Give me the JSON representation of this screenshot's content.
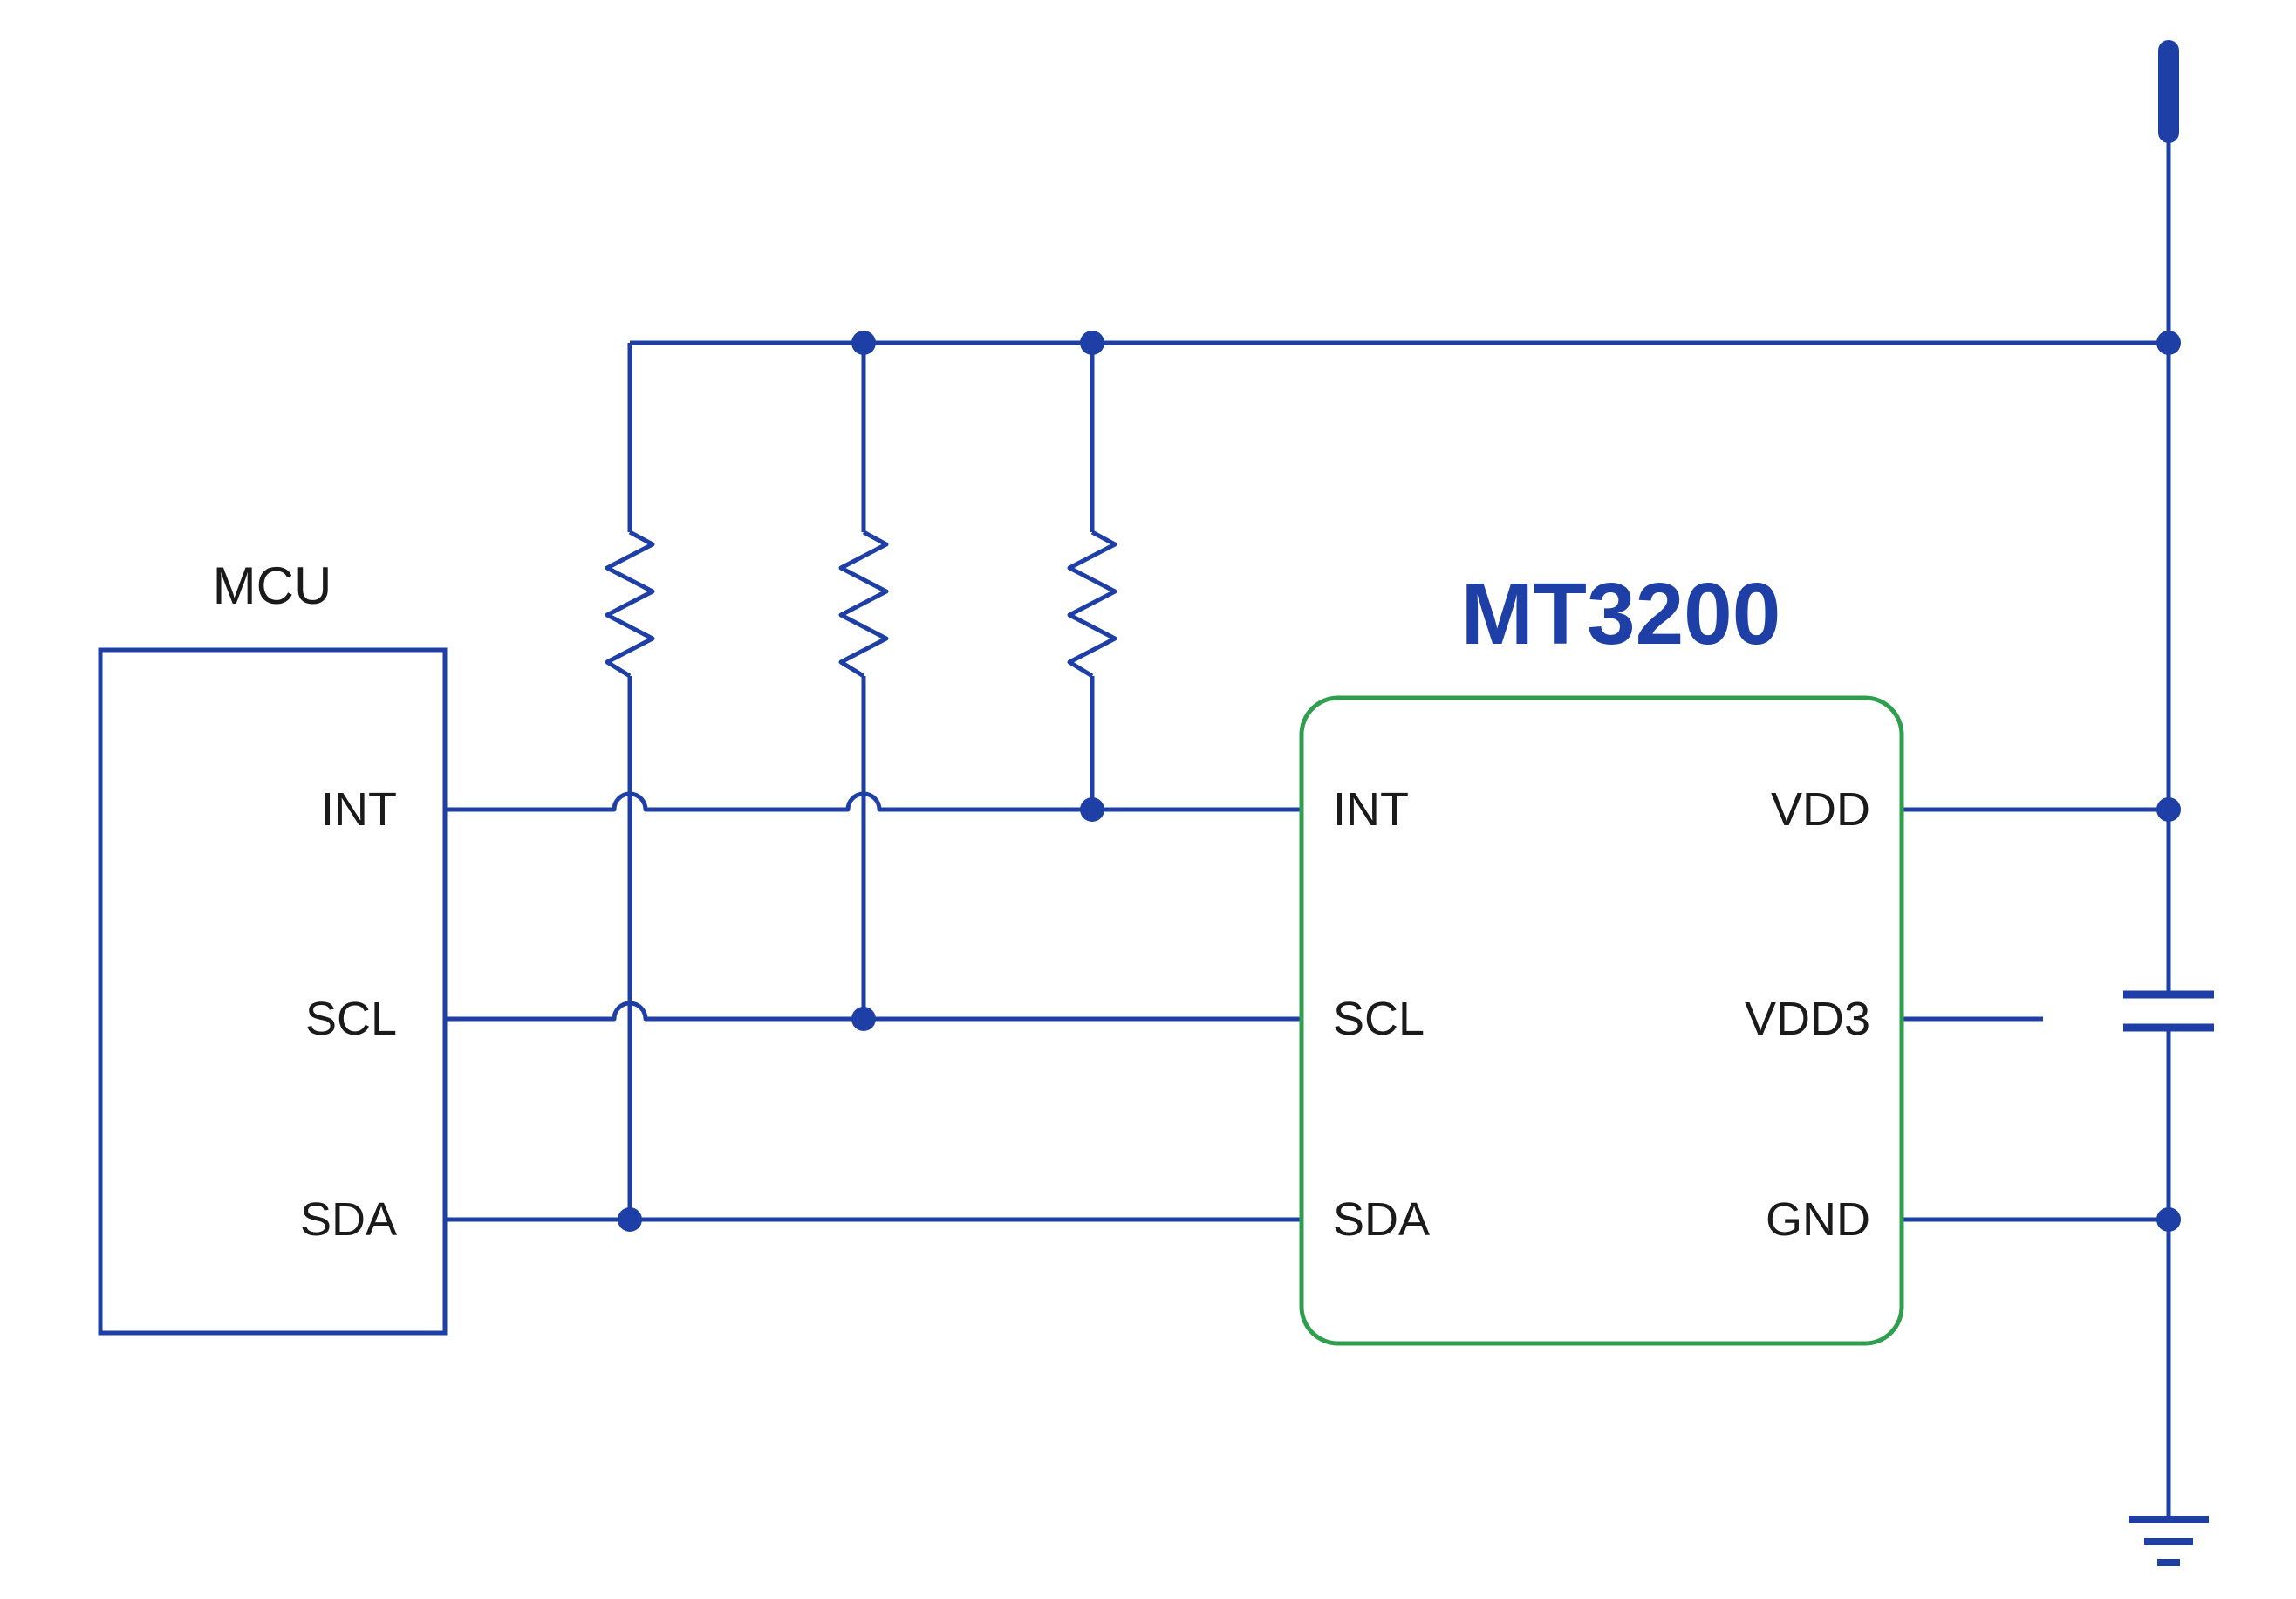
{
  "colors": {
    "wire": "#1e3fa5",
    "chip_outline": "#2f9e4e",
    "label": "#1a1a1a",
    "background": "#ffffff"
  },
  "mcu": {
    "label": "MCU",
    "pins": {
      "int": "INT",
      "scl": "SCL",
      "sda": "SDA"
    }
  },
  "chip": {
    "label": "MT3200",
    "left_pins": {
      "int": "INT",
      "scl": "SCL",
      "sda": "SDA"
    },
    "right_pins": {
      "vdd": "VDD",
      "vdd3": "VDD3",
      "gnd": "GND"
    }
  }
}
